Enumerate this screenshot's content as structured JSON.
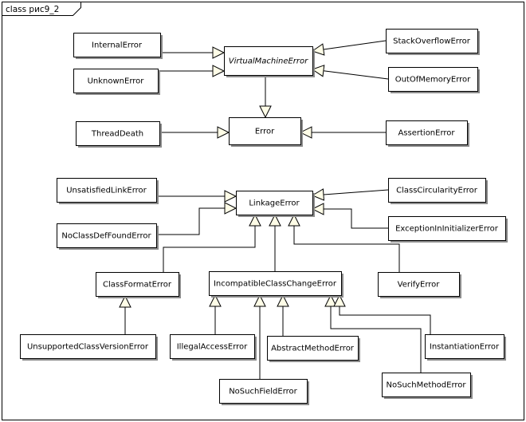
{
  "diagram": {
    "frame_label": "class рис9_2",
    "classes": [
      {
        "id": "internal_error",
        "label": "InternalError",
        "abstract": false
      },
      {
        "id": "unknown_error",
        "label": "UnknownError",
        "abstract": false
      },
      {
        "id": "virtual_machine_error",
        "label": "VirtualMachineError",
        "abstract": true
      },
      {
        "id": "stack_overflow_error",
        "label": "StackOverflowError",
        "abstract": false
      },
      {
        "id": "out_of_memory_error",
        "label": "OutOfMemoryError",
        "abstract": false
      },
      {
        "id": "thread_death",
        "label": "ThreadDeath",
        "abstract": false
      },
      {
        "id": "error",
        "label": "Error",
        "abstract": false
      },
      {
        "id": "assertion_error",
        "label": "AssertionError",
        "abstract": false
      },
      {
        "id": "unsatisfied_link_error",
        "label": "UnsatisfiedLinkError",
        "abstract": false
      },
      {
        "id": "linkage_error",
        "label": "LinkageError",
        "abstract": false
      },
      {
        "id": "class_circularity_error",
        "label": "ClassCircularityError",
        "abstract": false
      },
      {
        "id": "no_class_def_found_error",
        "label": "NoClassDefFoundError",
        "abstract": false
      },
      {
        "id": "exception_in_initializer_error",
        "label": "ExceptionInInitializerError",
        "abstract": false
      },
      {
        "id": "class_format_error",
        "label": "ClassFormatError",
        "abstract": false
      },
      {
        "id": "incompatible_class_change_error",
        "label": "IncompatibleClassChangeError",
        "abstract": false
      },
      {
        "id": "verify_error",
        "label": "VerifyError",
        "abstract": false
      },
      {
        "id": "unsupported_class_version_error",
        "label": "UnsupportedClassVersionError",
        "abstract": false
      },
      {
        "id": "illegal_access_error",
        "label": "IllegalAccessError",
        "abstract": false
      },
      {
        "id": "abstract_method_error",
        "label": "AbstractMethodError",
        "abstract": false
      },
      {
        "id": "instantiation_error",
        "label": "InstantiationError",
        "abstract": false
      },
      {
        "id": "no_such_field_error",
        "label": "NoSuchFieldError",
        "abstract": false
      },
      {
        "id": "no_such_method_error",
        "label": "NoSuchMethodError",
        "abstract": false
      }
    ],
    "generalizations": [
      {
        "from": "internal_error",
        "to": "virtual_machine_error"
      },
      {
        "from": "unknown_error",
        "to": "virtual_machine_error"
      },
      {
        "from": "stack_overflow_error",
        "to": "virtual_machine_error"
      },
      {
        "from": "out_of_memory_error",
        "to": "virtual_machine_error"
      },
      {
        "from": "virtual_machine_error",
        "to": "error"
      },
      {
        "from": "thread_death",
        "to": "error"
      },
      {
        "from": "assertion_error",
        "to": "error"
      },
      {
        "from": "unsatisfied_link_error",
        "to": "linkage_error"
      },
      {
        "from": "no_class_def_found_error",
        "to": "linkage_error"
      },
      {
        "from": "class_circularity_error",
        "to": "linkage_error"
      },
      {
        "from": "exception_in_initializer_error",
        "to": "linkage_error"
      },
      {
        "from": "class_format_error",
        "to": "linkage_error"
      },
      {
        "from": "incompatible_class_change_error",
        "to": "linkage_error"
      },
      {
        "from": "verify_error",
        "to": "linkage_error"
      },
      {
        "from": "unsupported_class_version_error",
        "to": "class_format_error"
      },
      {
        "from": "illegal_access_error",
        "to": "incompatible_class_change_error"
      },
      {
        "from": "no_such_field_error",
        "to": "incompatible_class_change_error"
      },
      {
        "from": "abstract_method_error",
        "to": "incompatible_class_change_error"
      },
      {
        "from": "no_such_method_error",
        "to": "incompatible_class_change_error"
      },
      {
        "from": "instantiation_error",
        "to": "incompatible_class_change_error"
      }
    ]
  }
}
